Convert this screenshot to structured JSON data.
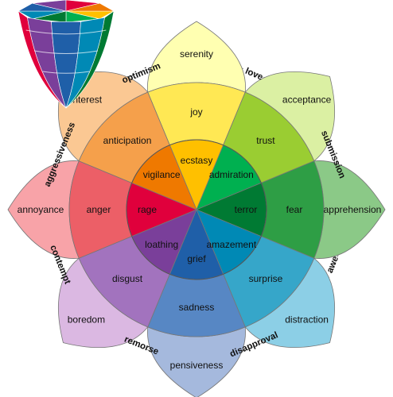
{
  "petals": [
    {
      "id": "joy",
      "labels": [
        "serenity",
        "joy",
        "ecstasy"
      ],
      "colors": [
        "#ffffb1",
        "#ffe854",
        "#ffc000"
      ]
    },
    {
      "id": "trust",
      "labels": [
        "acceptance",
        "trust",
        "admiration"
      ],
      "colors": [
        "#dbf0a3",
        "#9acd32",
        "#00b050"
      ]
    },
    {
      "id": "fear",
      "labels": [
        "apprehension",
        "fear",
        "terror"
      ],
      "colors": [
        "#8bc987",
        "#2e9e45",
        "#007a33"
      ]
    },
    {
      "id": "surprise",
      "labels": [
        "distraction",
        "surprise",
        "amazement"
      ],
      "colors": [
        "#8ccfe6",
        "#36a6c9",
        "#0089b5"
      ]
    },
    {
      "id": "sadness",
      "labels": [
        "pensiveness",
        "sadness",
        "grief"
      ],
      "colors": [
        "#a5b9dd",
        "#5787c4",
        "#1f5fa8"
      ]
    },
    {
      "id": "disgust",
      "labels": [
        "boredom",
        "disgust",
        "loathing"
      ],
      "colors": [
        "#dbb8e2",
        "#a273be",
        "#7a3f9a"
      ]
    },
    {
      "id": "anger",
      "labels": [
        "annoyance",
        "anger",
        "rage"
      ],
      "colors": [
        "#f8a3a8",
        "#ec5f67",
        "#e0003c"
      ]
    },
    {
      "id": "anticipation",
      "labels": [
        "interest",
        "anticipation",
        "vigilance"
      ],
      "colors": [
        "#fbc893",
        "#f5a04b",
        "#ef7900"
      ]
    }
  ],
  "dyads": [
    "love",
    "submission",
    "awe",
    "disapproval",
    "remorse",
    "contempt",
    "aggressiveness",
    "optimism"
  ],
  "cone_colors": [
    "#ffc000",
    "#00b050",
    "#007a33",
    "#0089b5",
    "#1f5fa8",
    "#7a3f9a",
    "#e0003c",
    "#ef7900"
  ]
}
